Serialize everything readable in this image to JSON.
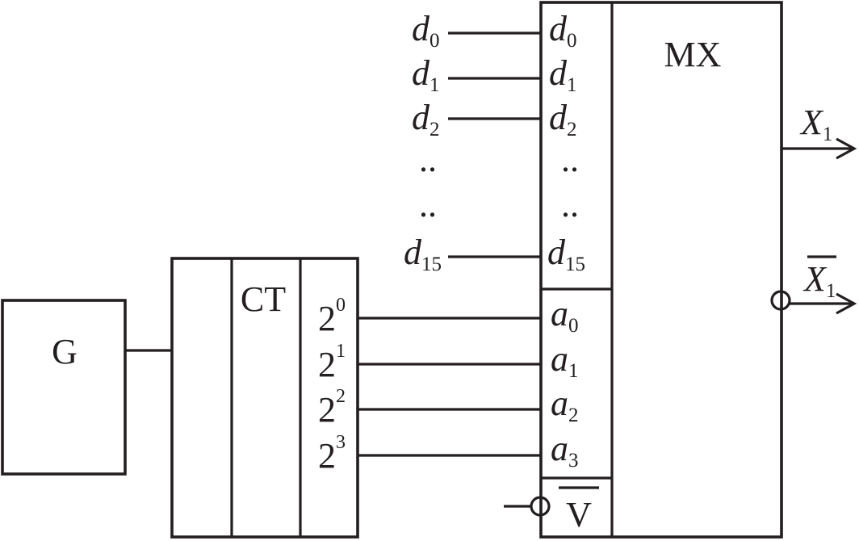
{
  "generator": {
    "label": "G"
  },
  "counter": {
    "label": "CT",
    "outputs": [
      {
        "base": "2",
        "exp": "0"
      },
      {
        "base": "2",
        "exp": "1"
      },
      {
        "base": "2",
        "exp": "2"
      },
      {
        "base": "2",
        "exp": "3"
      }
    ]
  },
  "mux": {
    "label": "MX",
    "data_inputs": [
      {
        "letter": "d",
        "sub": "0"
      },
      {
        "letter": "d",
        "sub": "1"
      },
      {
        "letter": "d",
        "sub": "2"
      },
      {
        "letter": "d",
        "sub": "15"
      }
    ],
    "ellipsis": "..",
    "address_inputs": [
      {
        "letter": "a",
        "sub": "0"
      },
      {
        "letter": "a",
        "sub": "1"
      },
      {
        "letter": "a",
        "sub": "2"
      },
      {
        "letter": "a",
        "sub": "3"
      }
    ],
    "enable": {
      "letter": "V"
    },
    "outputs": [
      {
        "letter": "X",
        "sub": "1",
        "inverted": false
      },
      {
        "letter": "X",
        "sub": "1",
        "inverted": true
      }
    ]
  }
}
